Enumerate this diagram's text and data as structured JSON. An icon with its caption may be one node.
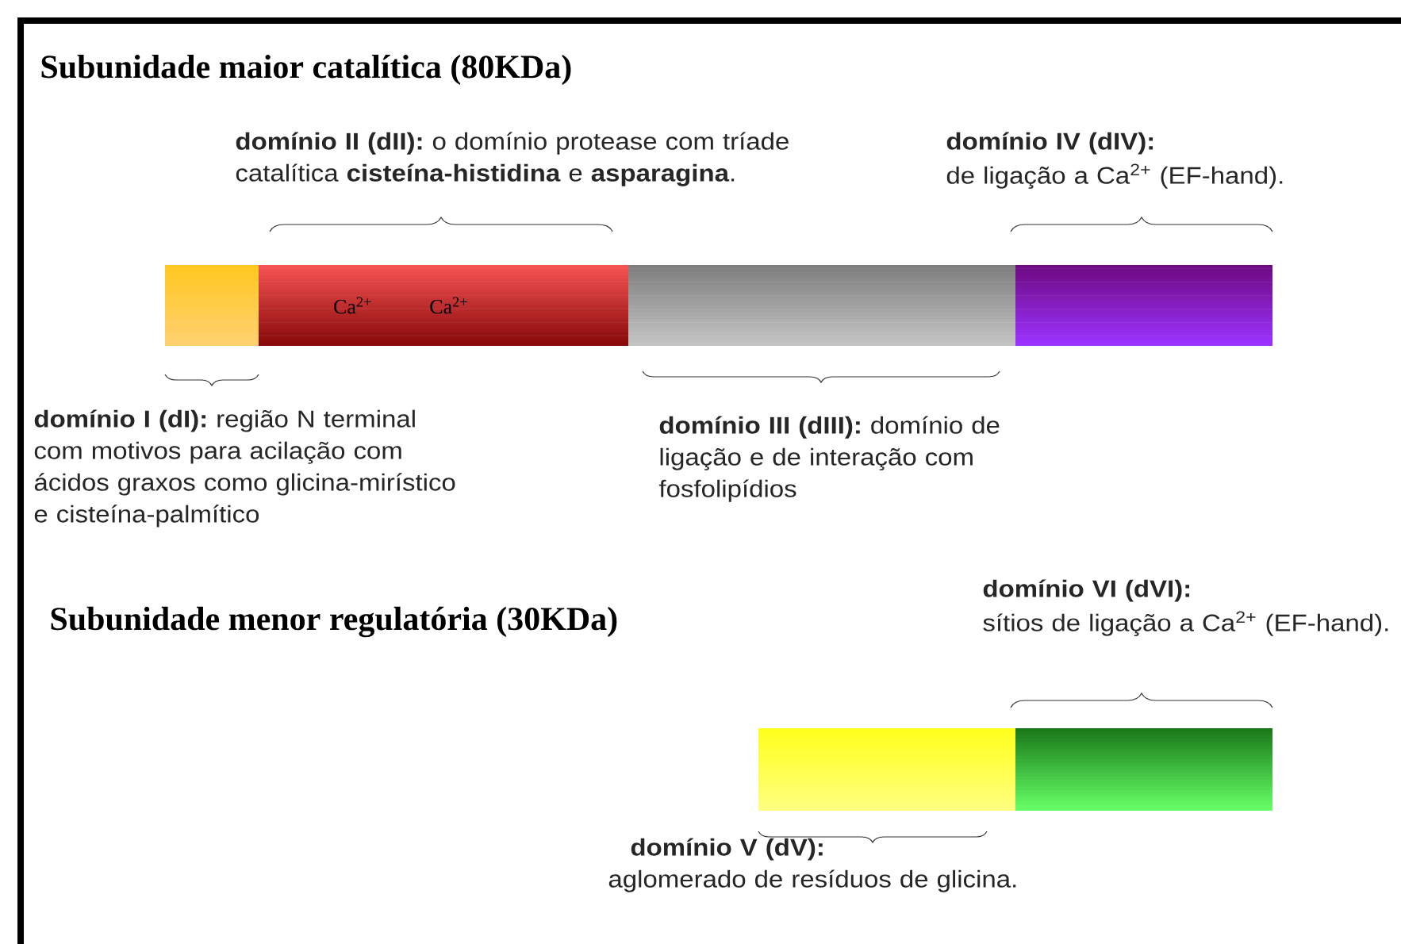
{
  "diagram": {
    "title": "Subunidade maior catalítica (80KDa)",
    "nodes": [
      {
        "text": [],
        "shape": "bar",
        "beside": [
          "**domínio I (dI):** região N terminal com motivos para acilação com ácidos graxos como glicina-mirístico e cisteína-palmítico"
        ]
      },
      {
        "text": [
          "Ca$^{2+}$",
          "Ca$^{2+}$"
        ],
        "beside": [
          "**domínio II (dII):** o domínio protease com tríade catalítica **cisteína-histidina** e **asparagina**."
        ]
      },
      {
        "text": [],
        "shape": "bar",
        "beside": [
          "**domínio III (dIII):** domínio de ligação e de interação com fosfolipídios"
        ]
      },
      {
        "text": [],
        "shape": "bar",
        "beside": [
          "domínio IV (dIV):",
          "de ligação a Ca$^{2+}$ (EF-hand)."
        ]
      },
      {
        "text": [],
        "shape": "bar",
        "beside": [
          "domínio V (dV):",
          "aglomerado de resíduos de glicina."
        ]
      },
      {
        "text": [],
        "shape": "bar",
        "beside": [
          "domínio VI (dVI):",
          "sítios de ligação a Ca$^{2+}$ (EF-hand)."
        ]
      }
    ],
    "labels": [
      "Subunidade menor regulatória (30KDa)"
    ]
  }
}
